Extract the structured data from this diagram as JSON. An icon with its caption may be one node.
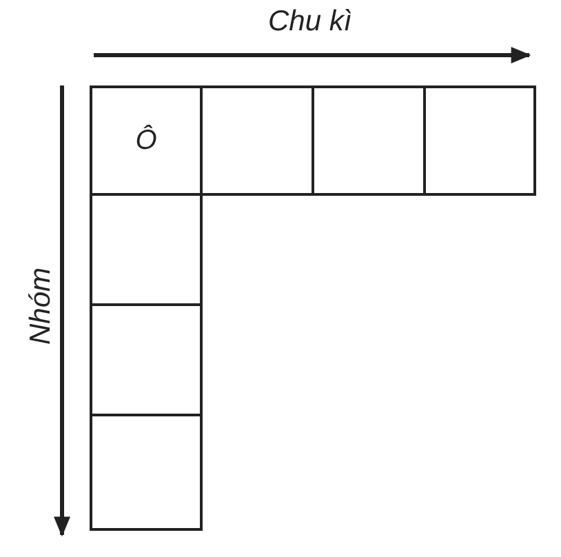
{
  "diagram": {
    "nodes": [
      {
        "text": [
          "Ô"
        ]
      },
      {
        "text": [],
        "shape": "box"
      },
      {
        "text": [],
        "shape": "box"
      },
      {
        "text": [],
        "shape": "box"
      },
      {
        "text": [],
        "shape": "box"
      },
      {
        "text": [],
        "shape": "box"
      },
      {
        "text": [],
        "shape": "box"
      }
    ],
    "edges": [],
    "labels": [
      "Chu kì",
      "Nhóm"
    ]
  }
}
